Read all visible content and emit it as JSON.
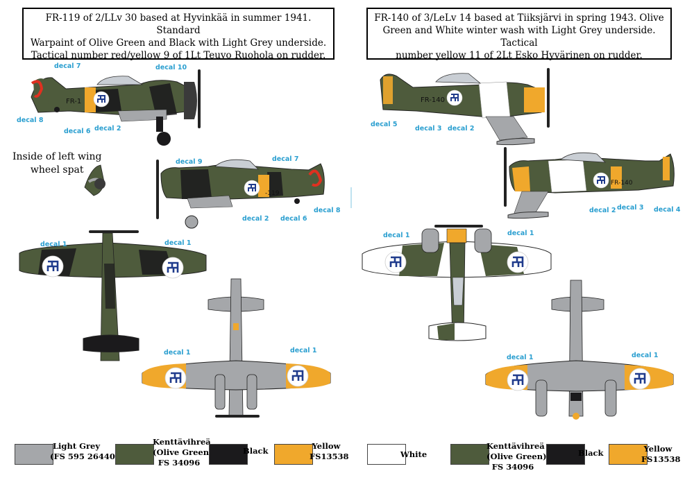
{
  "captions": {
    "left": [
      "FR-119 of 2/LLv 30 based at Hyvinkää in summer 1941. Standard",
      "Warpaint of Olive Green and Black with Light Grey underside.",
      "Tactical number red/yellow 9 of 1Lt Teuvo Ruohola on rudder."
    ],
    "right": [
      "FR-140 of 3/LeLv 14 based at Tiiksjärvi in spring 1943. Olive",
      "Green and White winter wash with Light Grey underside. Tactical",
      "number yellow 11 of 2Lt Esko Hyvärinen on rudder."
    ]
  },
  "note": [
    "Inside of left wing",
    "wheel spat"
  ],
  "markings": {
    "left_code": "FR-1",
    "left_code_2": "-119",
    "right_code": "FR-140",
    "tactical_left": "9"
  },
  "decals": {
    "d1": "decal 7",
    "d2": "decal 10",
    "d3": "decal 8",
    "d4": "decal 6",
    "d5": "decal 2",
    "d6": "decal 9",
    "d7": "decal 7",
    "d8": "decal 2",
    "d9": "decal 6",
    "d10": "decal 8",
    "d11": "decal 1",
    "d12": "decal 1",
    "d13": "decal 1",
    "d14": "decal 1",
    "d15": "decal 5",
    "d16": "decal 3",
    "d17": "decal 2",
    "d18": "decal 2",
    "d19": "decal 3",
    "d20": "decal 4",
    "d21": "decal 1",
    "d22": "decal 1",
    "d23": "decal 1",
    "d24": "decal 1"
  },
  "legend": {
    "left": [
      {
        "lines": [
          "Light Grey",
          "(FS 595 26440)"
        ],
        "color": "#a5a7aa"
      },
      {
        "lines": [
          "Kenttävihreä",
          "(Olive Green)",
          "FS 34096"
        ],
        "color": "#4e5b3c"
      },
      {
        "lines": [
          "Black"
        ],
        "color": "#1b1a1c"
      },
      {
        "lines": [
          "Yellow",
          "FS13538"
        ],
        "color": "#f0a82c"
      }
    ],
    "right": [
      {
        "lines": [
          "White"
        ],
        "color": "#ffffff"
      },
      {
        "lines": [
          "Kenttävihreä",
          "(Olive Green)",
          "FS 34096"
        ],
        "color": "#4e5b3c"
      },
      {
        "lines": [
          "Black"
        ],
        "color": "#1b1a1c"
      },
      {
        "lines": [
          "Yellow",
          "FS13538"
        ],
        "color": "#f0a82c"
      }
    ]
  },
  "colors": {
    "olive": "#4e5b3c",
    "black": "#1b1a1c",
    "grey": "#a5a7aa",
    "yellow": "#f0a82c",
    "white": "#ffffff",
    "roundel_blue": "#1f3b8c",
    "decal_text": "#2b9fd0"
  }
}
